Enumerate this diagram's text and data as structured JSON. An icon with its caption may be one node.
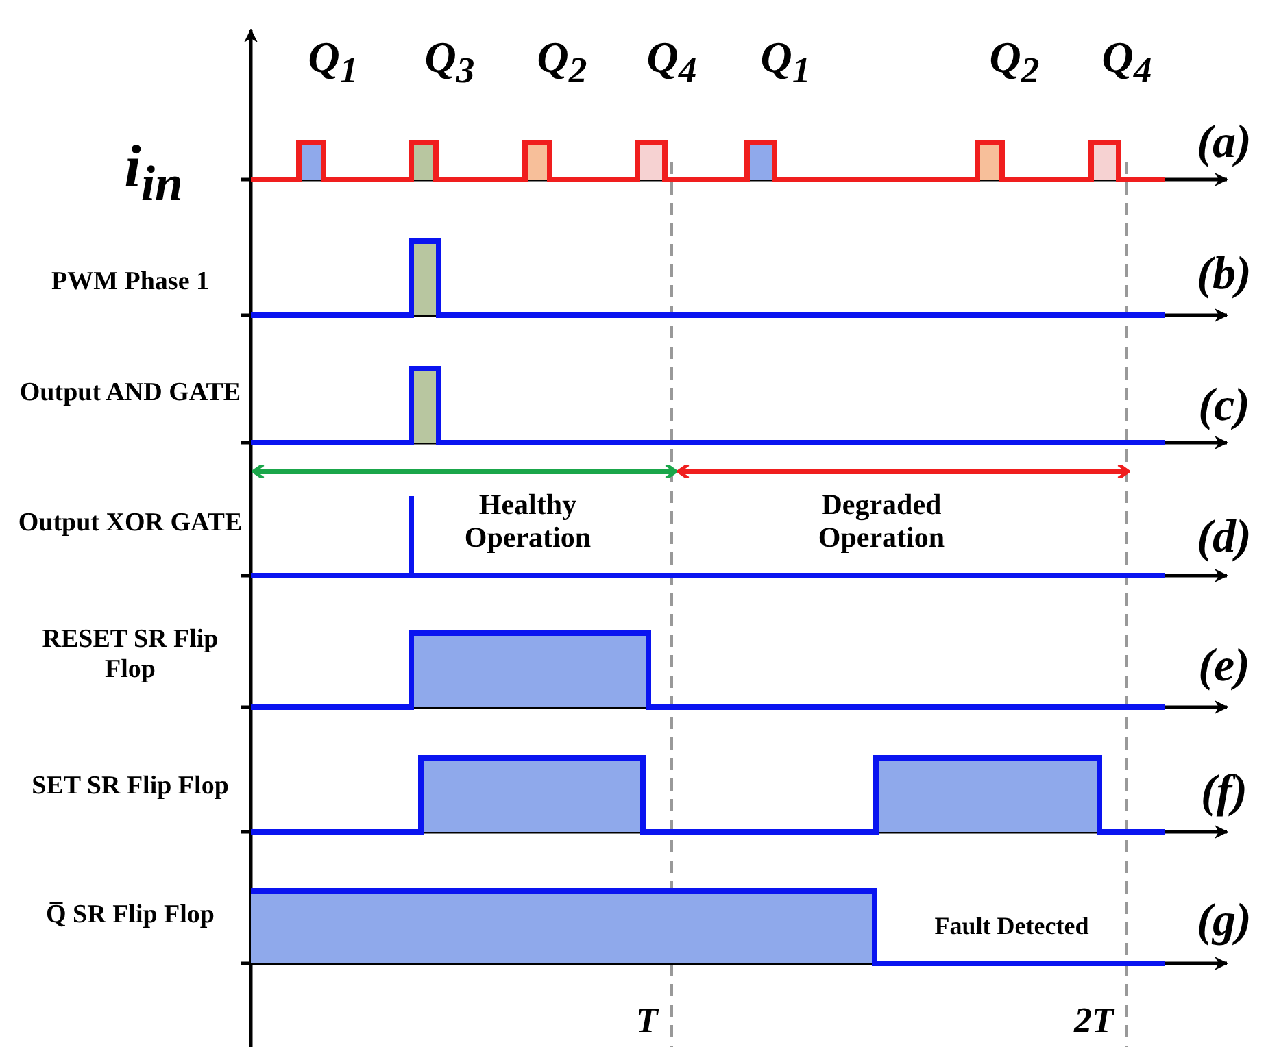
{
  "diagram": {
    "labels": [
      "Q$_{1}$",
      "Q$_{3}$",
      "Q$_{2}$",
      "Q$_{4}$",
      "Q$_{1}$",
      "Q$_{2}$",
      "Q$_{4}$",
      "i$_{in}$",
      "(a)",
      "PWM Phase 1",
      "(b)",
      "Output AND GATE",
      "(c)",
      "Output XOR GATE",
      "Healthy Operation",
      "Degraded Operation",
      "(d)",
      "RESET SR Flip Flop",
      "(e)",
      "SET SR Flip Flop",
      "(f)",
      "Q̅ SR Flip Flop",
      "Fault Detected",
      "(g)",
      "T",
      "2T"
    ]
  }
}
